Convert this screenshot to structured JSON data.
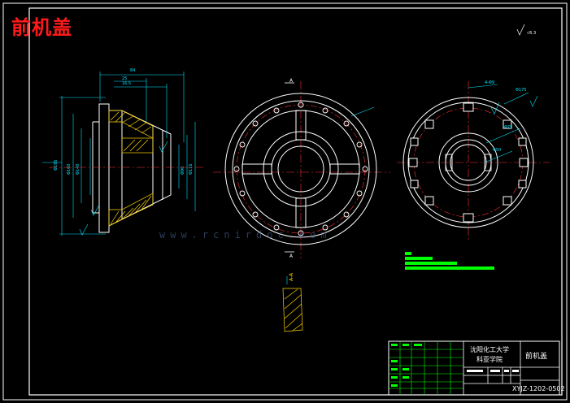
{
  "drawing": {
    "title": "前机盖",
    "watermark_url": "www.rcnirdoc.com",
    "view_markers": {
      "top": "A",
      "bottom": "A"
    }
  },
  "title_block": {
    "school_line1": "沈阳化工大学",
    "school_line2": "科亚学院",
    "part_name": "前机盖",
    "drawing_number": "XYJZ-1202-0502"
  },
  "colors": {
    "background": "#000000",
    "outline": "#ffffff",
    "dimension": "#00ffff",
    "centerline": "#ff3030",
    "notes": "#00ff00",
    "hatch": "#ffff00",
    "title": "#ff1a1a"
  }
}
